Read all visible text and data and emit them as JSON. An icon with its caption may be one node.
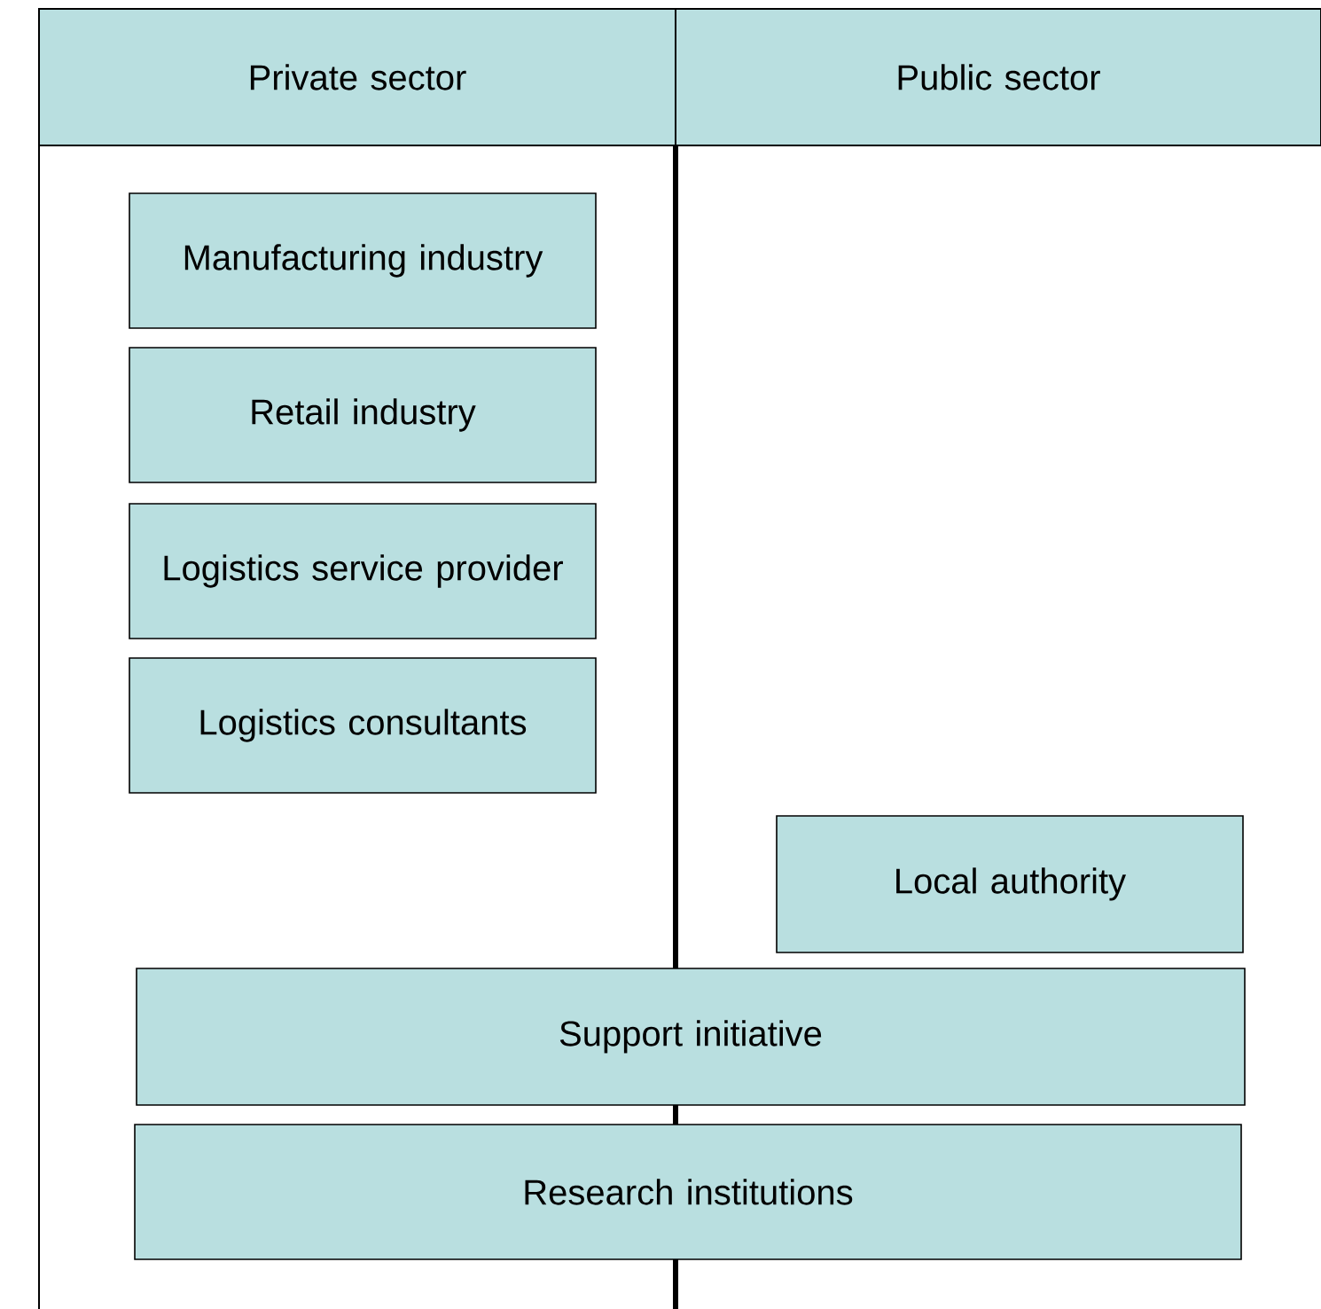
{
  "diagram": {
    "nodes": [
      {
        "text": [
          "Private sector"
        ]
      },
      {
        "text": [
          "Public sector"
        ]
      },
      {
        "text": [
          "Manufacturing industry"
        ]
      },
      {
        "text": [
          "Retail industry"
        ]
      },
      {
        "text": [
          "Logistics service provider"
        ]
      },
      {
        "text": [
          "Logistics consultants"
        ]
      },
      {
        "text": [
          "Local authority"
        ]
      },
      {
        "text": [
          "Support initiative"
        ]
      },
      {
        "text": [
          "Research institutions"
        ]
      }
    ]
  }
}
